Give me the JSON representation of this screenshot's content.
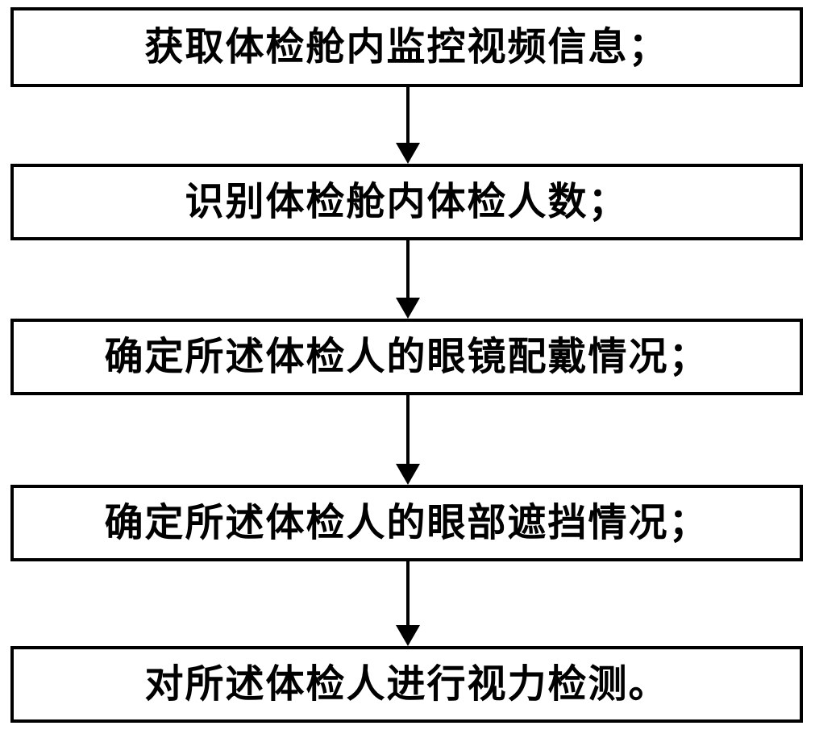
{
  "figure": {
    "type": "flowchart",
    "direction": "top-down",
    "steps": [
      {
        "label": "获取体检舱内监控视频信息；"
      },
      {
        "label": "识别体检舱内体检人数；"
      },
      {
        "label": "确定所述体检人的眼镜配戴情况；"
      },
      {
        "label": "确定所述体检人的眼部遮挡情况；"
      },
      {
        "label": "对所述体检人进行视力检测。"
      }
    ],
    "connector": "solid-down-arrow",
    "colors": {
      "box_border": "#000000",
      "box_fill": "#ffffff",
      "text": "#000000",
      "arrow": "#000000"
    }
  }
}
